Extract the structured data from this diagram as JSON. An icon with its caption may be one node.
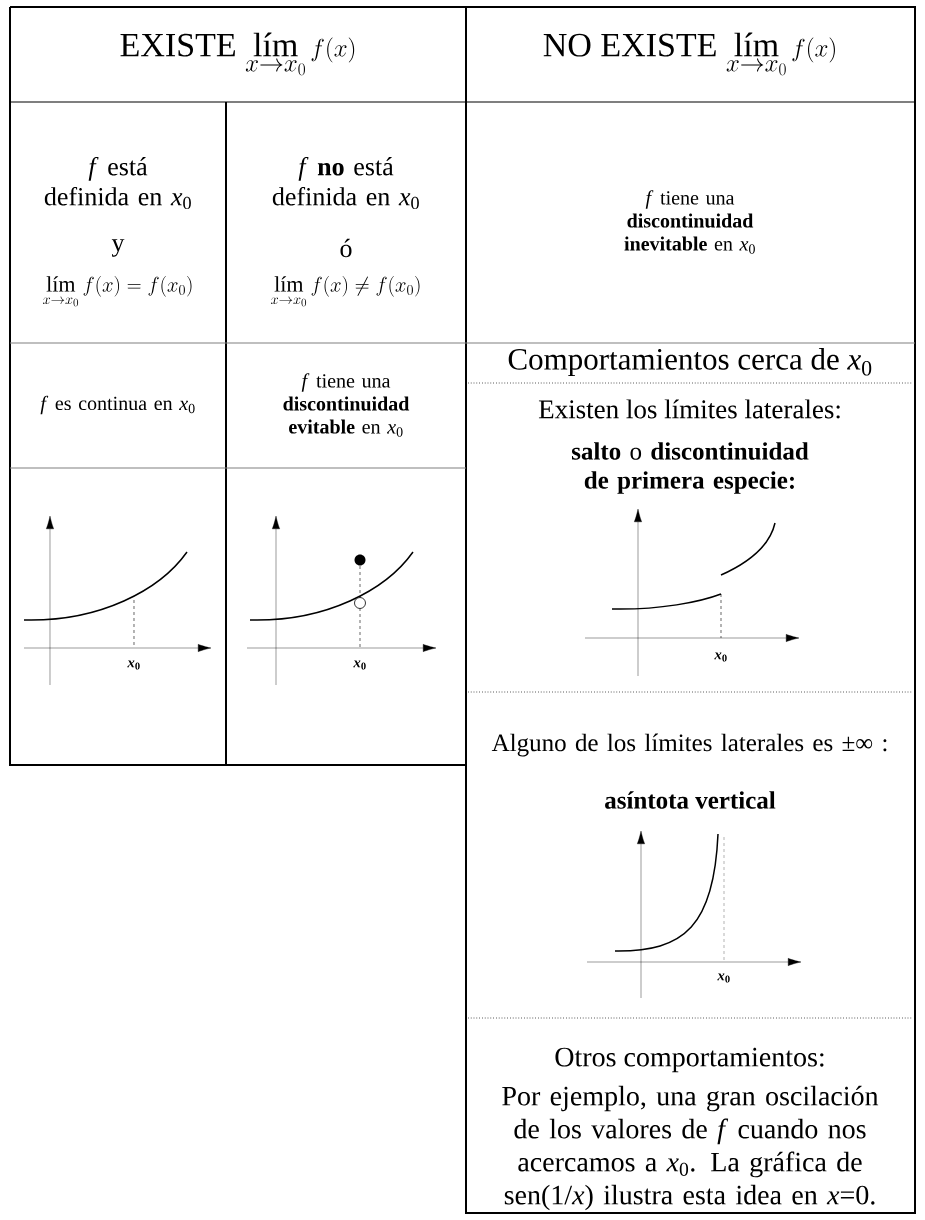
{
  "diagram": {
    "labels": [
      "EXISTE",
      "\\mathop{\\text{lím}}\\limits_{x\\to x_0} f(x)",
      "NO EXISTE",
      "\\mathop{\\text{lím}}\\limits_{x\\to x_0} f(x)",
      "*f* está definida en *x*$_{0}$",
      "y",
      "\\mathop{\\text{lím}}\\limits_{x\\to x_0} f(x) = f(x_0)",
      "*f* **no** está definida en *x*$_{0}$",
      "ó",
      "\\mathop{\\text{lím}}\\limits_{x\\to x_0} f(x) \\neq f(x_0)",
      "*f* tiene una **discontinuidad inevitable** en *x*$_{0}$",
      "*f* es continua en *x*$_{0}$",
      "*f* tiene una **discontinuidad evitable** en *x*$_{0}$",
      "Comportamientos cerca de *x*$_{0}$",
      "Existen los límites laterales:",
      "**salto** o **discontinuidad de primera especie:**",
      "*x*$_{0}$",
      "*x*$_{0}$",
      "*x*$_{0}$",
      "Alguno de los límites laterales es ±∞ :",
      "asíntota vertical",
      "*x*$_{0}$",
      "Otros comportamientos:",
      "Por ejemplo, una gran oscilación de los valores de *f* cuando nos acercamos a *x*$_{0}$. La gráfica de sen(1/*x*) ilustra esta idea en *x*=0."
    ]
  }
}
